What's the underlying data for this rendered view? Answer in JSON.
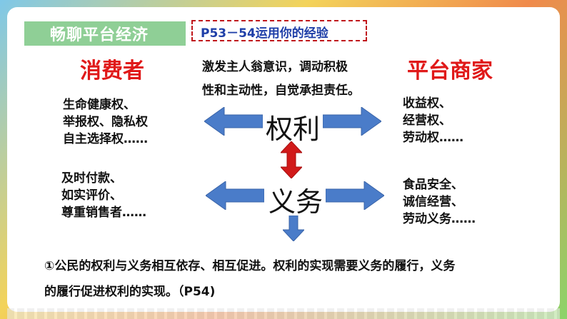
{
  "banner": {
    "title": "畅聊平台经济"
  },
  "reference": {
    "label": "P53－54运用你的经验"
  },
  "headings": {
    "consumer": "消费者",
    "merchant": "平台商家"
  },
  "middle": {
    "line1": "激发主人翁意识，调动积极",
    "line2": "性和主动性，自觉承担责任。"
  },
  "center": {
    "rights": "权利",
    "duties": "义务"
  },
  "consumer_rights": [
    "生命健康权、",
    "举报权、隐私权",
    "自主选择权……"
  ],
  "merchant_rights": [
    "收益权、",
    "经营权、",
    "劳动权……"
  ],
  "consumer_duties": [
    "及时付款、",
    "如实评价、",
    "尊重销售者……"
  ],
  "merchant_duties": [
    "食品安全、",
    "诚信经营、",
    "劳动义务……"
  ],
  "conclusion": {
    "line1": "①公民的权利与义务相互依存、相互促进。权利的实现需要义务的履行，义务",
    "line2": "的履行促进权利的实现。（P54)"
  },
  "colors": {
    "heading_red": "#e01919",
    "arrow_blue": "#4a7cc9",
    "arrow_red": "#d11a1a",
    "banner_green": "#8fcf96",
    "reference_blue": "#1f3fa8"
  }
}
